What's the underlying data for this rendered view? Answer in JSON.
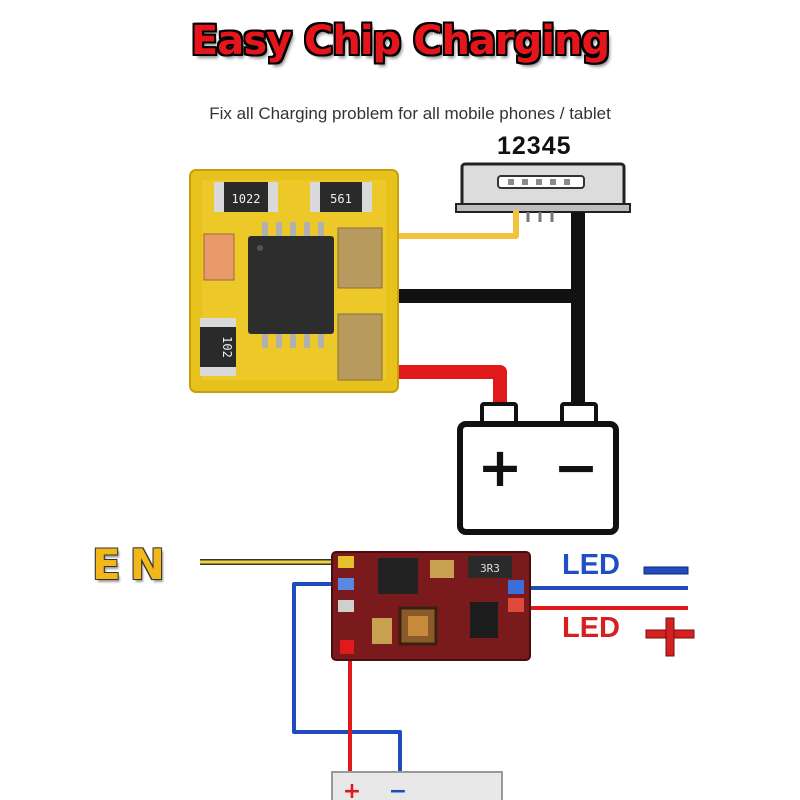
{
  "title": "Easy Chip Charging",
  "subtitle": "Fix all Charging problem for all mobile phones / tablet",
  "connector_pins": "12345",
  "top_board": {
    "resistor_1": "1022",
    "resistor_2": "561",
    "resistor_3": "102"
  },
  "battery_top": {
    "plus": "+",
    "minus": "−"
  },
  "bottom_board": {
    "chip_code": "3R3"
  },
  "labels": {
    "en": "EN",
    "led_minus": "LED",
    "led_plus": "LED"
  },
  "battery_bottom": {
    "plus": "+",
    "minus": "−"
  },
  "colors": {
    "title_red": "#e4161b",
    "board_yellow": "#e8c21c",
    "board_red": "#7a1a1c",
    "wire_red": "#e01a1a",
    "wire_blue": "#1f4bbf",
    "wire_yellow": "#f2c23c"
  }
}
